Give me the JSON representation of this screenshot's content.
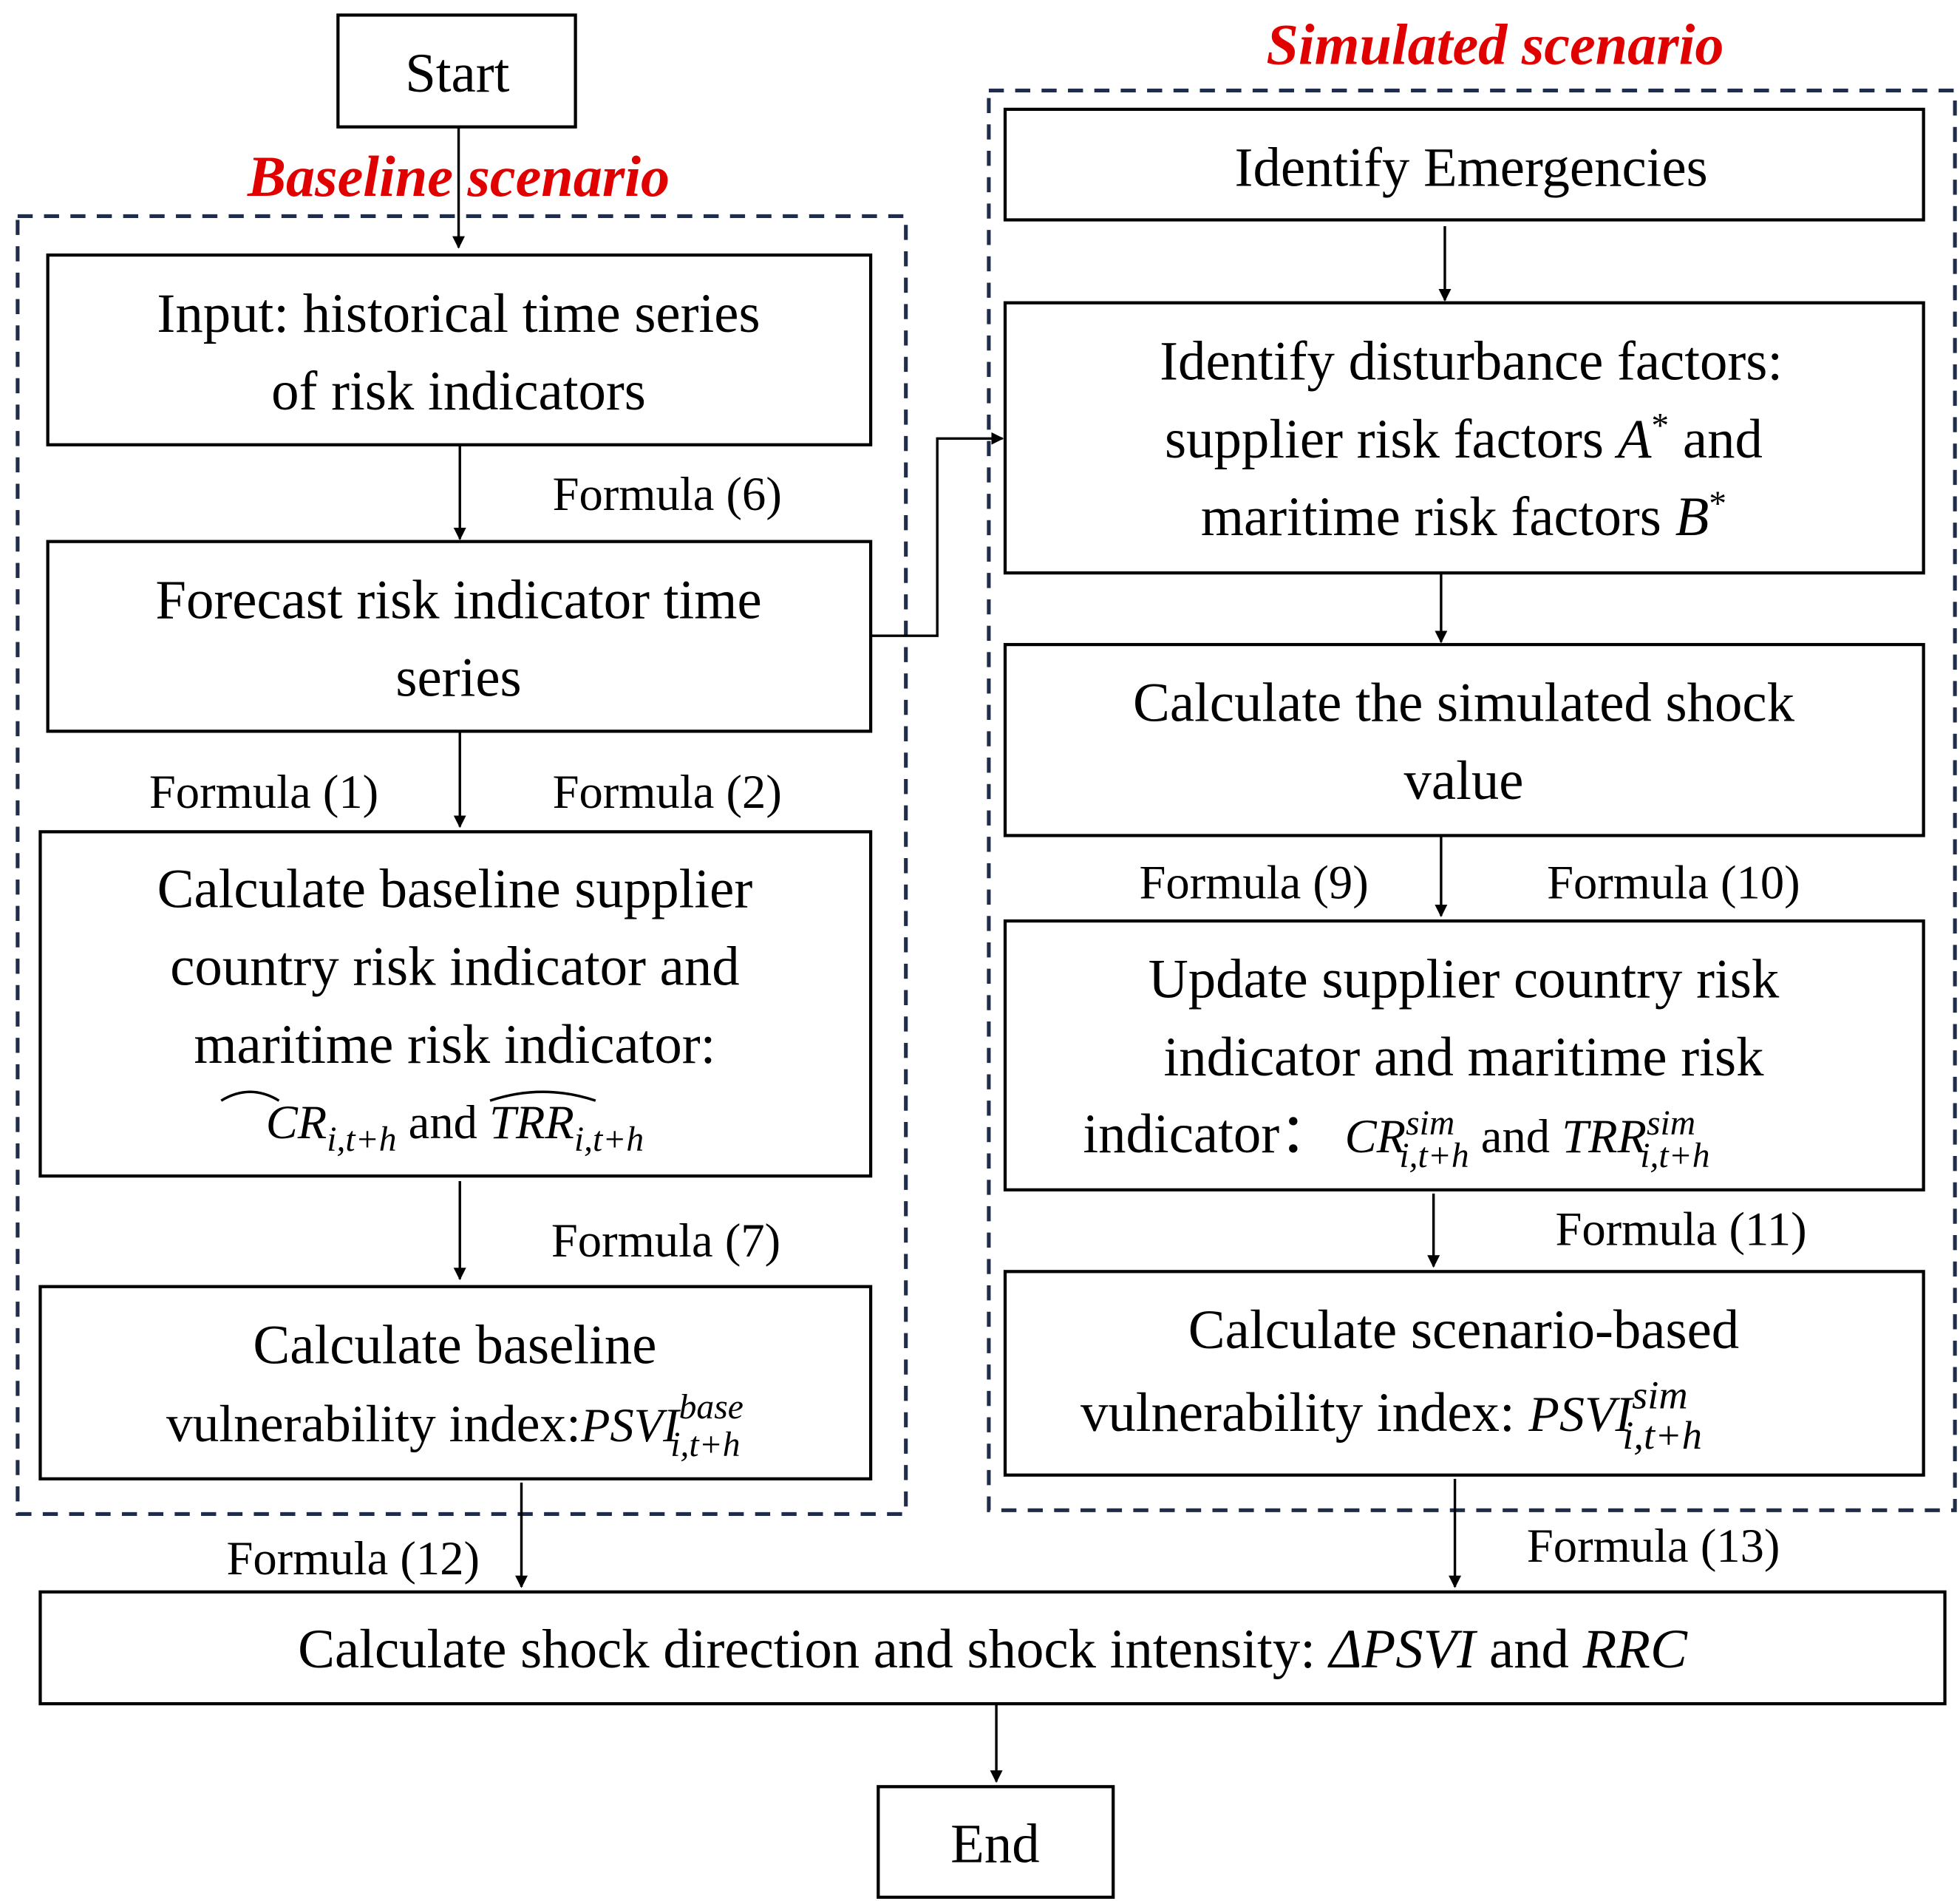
{
  "colors": {
    "title": "#e00000",
    "dashed_border": "#1f2d4a"
  },
  "start": "Start",
  "end": "End",
  "baseline": {
    "title": "Baseline scenario",
    "box1": [
      "Input: historical time series",
      "of risk indicators"
    ],
    "formula6": "Formula (6)",
    "box2": [
      "Forecast risk indicator time",
      "series"
    ],
    "formula1": "Formula (1)",
    "formula2": "Formula (2)",
    "box3": [
      "Calculate baseline supplier",
      "country risk indicator and",
      "maritime risk indicator:"
    ],
    "box3_math": {
      "cr": "CR",
      "trr": "TRR",
      "sub": "i,t+h",
      "and": "and"
    },
    "formula7": "Formula (7)",
    "box4": [
      "Calculate baseline",
      "vulnerability index:"
    ],
    "box4_math": {
      "var": "PSVI",
      "sup": "base",
      "sub": "i,t+h"
    }
  },
  "simulated": {
    "title": "Simulated scenario",
    "box1": "Identify Emergencies",
    "box2": [
      "Identify disturbance factors:",
      "supplier risk factors",
      "and",
      "maritime risk factors"
    ],
    "box2_math": {
      "a": "A",
      "b": "B",
      "star": "*"
    },
    "box3": [
      "Calculate the simulated shock",
      "value"
    ],
    "formula9": "Formula (9)",
    "formula10": "Formula (10)",
    "box4": [
      "Update supplier country risk",
      "indicator and maritime risk",
      "indicator："
    ],
    "box4_math": {
      "cr": "CR",
      "trr": "TRR",
      "sup": "sim",
      "sub": "i,t+h",
      "and": "and"
    },
    "formula11": "Formula (11)",
    "box5": [
      "Calculate scenario-based",
      "vulnerability index:"
    ],
    "box5_math": {
      "var": "PSVI",
      "sup": "sim",
      "sub": "i,t+h"
    }
  },
  "formula12": "Formula (12)",
  "formula13": "Formula (13)",
  "final": {
    "text": "Calculate shock direction and shock intensity:",
    "dpsvi": "ΔPSVI",
    "and": "and",
    "rrc": "RRC"
  }
}
